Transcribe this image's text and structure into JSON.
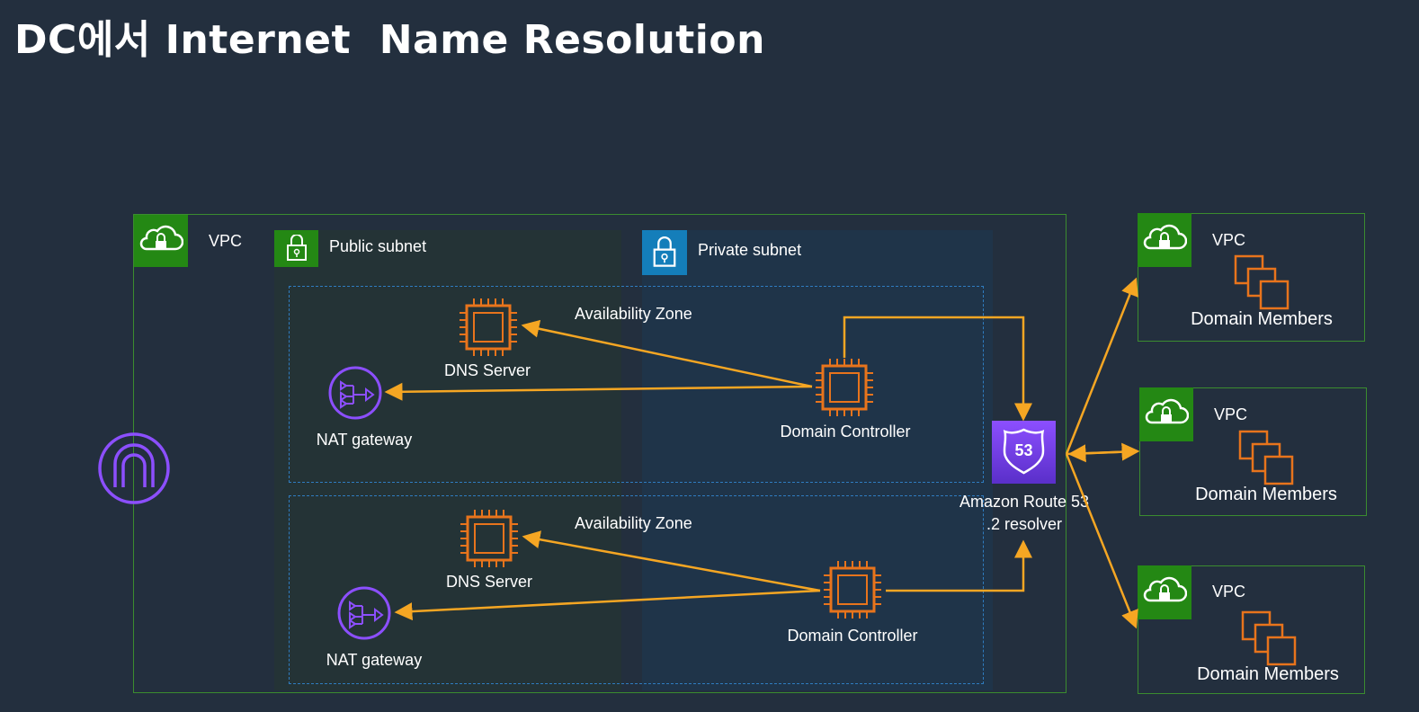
{
  "title": "DC에서 Internet  Name Resolution",
  "main_vpc": {
    "label": "VPC"
  },
  "public_subnet": {
    "label": "Public subnet"
  },
  "private_subnet": {
    "label": "Private subnet"
  },
  "zones": [
    {
      "label": "Availability Zone",
      "dns_label": "DNS Server",
      "nat_label": "NAT gateway",
      "dc_label": "Domain Controller"
    },
    {
      "label": "Availability Zone",
      "dns_label": "DNS Server",
      "nat_label": "NAT gateway",
      "dc_label": "Domain Controller"
    }
  ],
  "route53": {
    "badge_text": "53",
    "label": "Amazon Route 53",
    "sublabel": ".2 resolver"
  },
  "remote_vpcs": [
    {
      "label": "VPC",
      "members_label": "Domain Members"
    },
    {
      "label": "VPC",
      "members_label": "Domain Members"
    },
    {
      "label": "VPC",
      "members_label": "Domain Members"
    }
  ],
  "colors": {
    "background": "#232f3e",
    "vpc_border": "#3b8c2f",
    "vpc_badge": "#248814",
    "private_badge": "#147eba",
    "compute": "#e8741c",
    "network": "#8c4fff",
    "arrow": "#f5a623",
    "az_border": "#2f7cc0"
  },
  "icons": {
    "vpc": "cloud-lock-icon",
    "subnet": "padlock-icon",
    "compute": "chip-icon",
    "nat": "nat-gateway-icon",
    "igw": "internet-gateway-icon",
    "route53": "route53-shield-icon",
    "members": "stacked-squares-icon"
  }
}
